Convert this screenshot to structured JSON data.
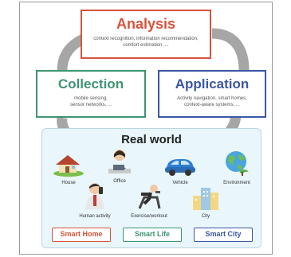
{
  "analysis": {
    "title": "Analysis",
    "desc_line1": "context recognition, information recommendation,",
    "desc_line2": "comfort estimation, ..."
  },
  "collection": {
    "title": "Collection",
    "desc_line1": "mobile sensing,",
    "desc_line2": "sensor networks, ..."
  },
  "application": {
    "title": "Application",
    "desc_line1": "Activity navigation, smart homes,",
    "desc_line2": "context-aware systems, ..."
  },
  "real_world": {
    "title": "Real world",
    "items": {
      "house": "House",
      "office": "Office",
      "vehicle": "Vehicle",
      "environment": "Environment",
      "human_activity": "Human activity",
      "exercise": "Exercise/workout",
      "city": "City"
    }
  },
  "buttons": {
    "smart_home": "Smart Home",
    "smart_life": "Smart Life",
    "smart_city": "Smart City"
  },
  "colors": {
    "analysis": "#d9533b",
    "collection": "#3e9470",
    "application": "#3b56a5"
  }
}
